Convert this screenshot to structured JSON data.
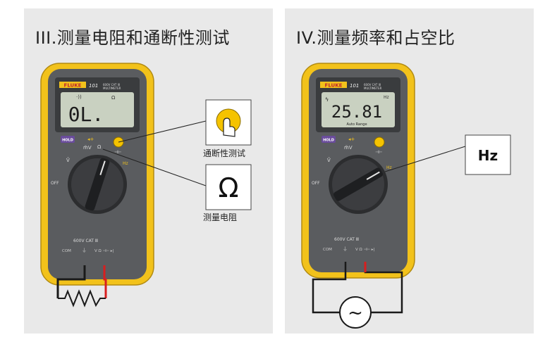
{
  "left_panel": {
    "title": "III.测量电阻和通断性测试",
    "meter": {
      "brand": "FLUKE",
      "model": "101",
      "cat_text": "600V CAT III",
      "sub_text": "MULTIMETER",
      "display_reading": "0L.",
      "display_unit": "Ω",
      "hold_label": "HOLD",
      "dial_labels": [
        "OFF",
        "Ṽ",
        "m̃V",
        "Ω",
        "Hz"
      ],
      "jack_labels": [
        "COM",
        "V Ω ⊣⊢ ▸|"
      ],
      "jack_rating": "600V CAT Ⅲ"
    },
    "callouts": [
      {
        "label": "通断性测试",
        "icon": "continuity-button-icon"
      },
      {
        "label": "测量电阻",
        "symbol": "Ω",
        "icon": "ohm-symbol-icon"
      }
    ],
    "circuit": {
      "component": "resistor-icon",
      "lead_colors": {
        "com": "#1a1a1a",
        "v_ohm": "#d81e1e"
      }
    }
  },
  "right_panel": {
    "title": "IV.测量频率和占空比",
    "meter": {
      "brand": "FLUKE",
      "model": "101",
      "cat_text": "600V CAT III",
      "sub_text": "MULTIMETER",
      "display_reading": "25.81",
      "display_unit": "Hz",
      "display_caption": "Auto Range",
      "hold_label": "HOLD",
      "dial_labels": [
        "OFF",
        "Ṽ",
        "m̃V",
        "Hz"
      ],
      "jack_labels": [
        "COM",
        "V Ω ⊣⊢ ▸|"
      ],
      "jack_rating": "600V CAT Ⅲ"
    },
    "callouts": [
      {
        "label": "Hz",
        "icon": "hz-label-icon"
      }
    ],
    "circuit": {
      "component": "ac-source-icon",
      "symbol": "~",
      "lead_colors": {
        "com": "#1a1a1a",
        "v_ohm": "#d81e1e"
      }
    }
  },
  "colors": {
    "meter_yellow": "#f2c21b",
    "meter_body": "#5a5c5f",
    "lcd": "#c9d1c1",
    "hold_purple": "#6a4c9c",
    "accent_yellow": "#f5c300",
    "red_lead": "#d81e1e"
  }
}
